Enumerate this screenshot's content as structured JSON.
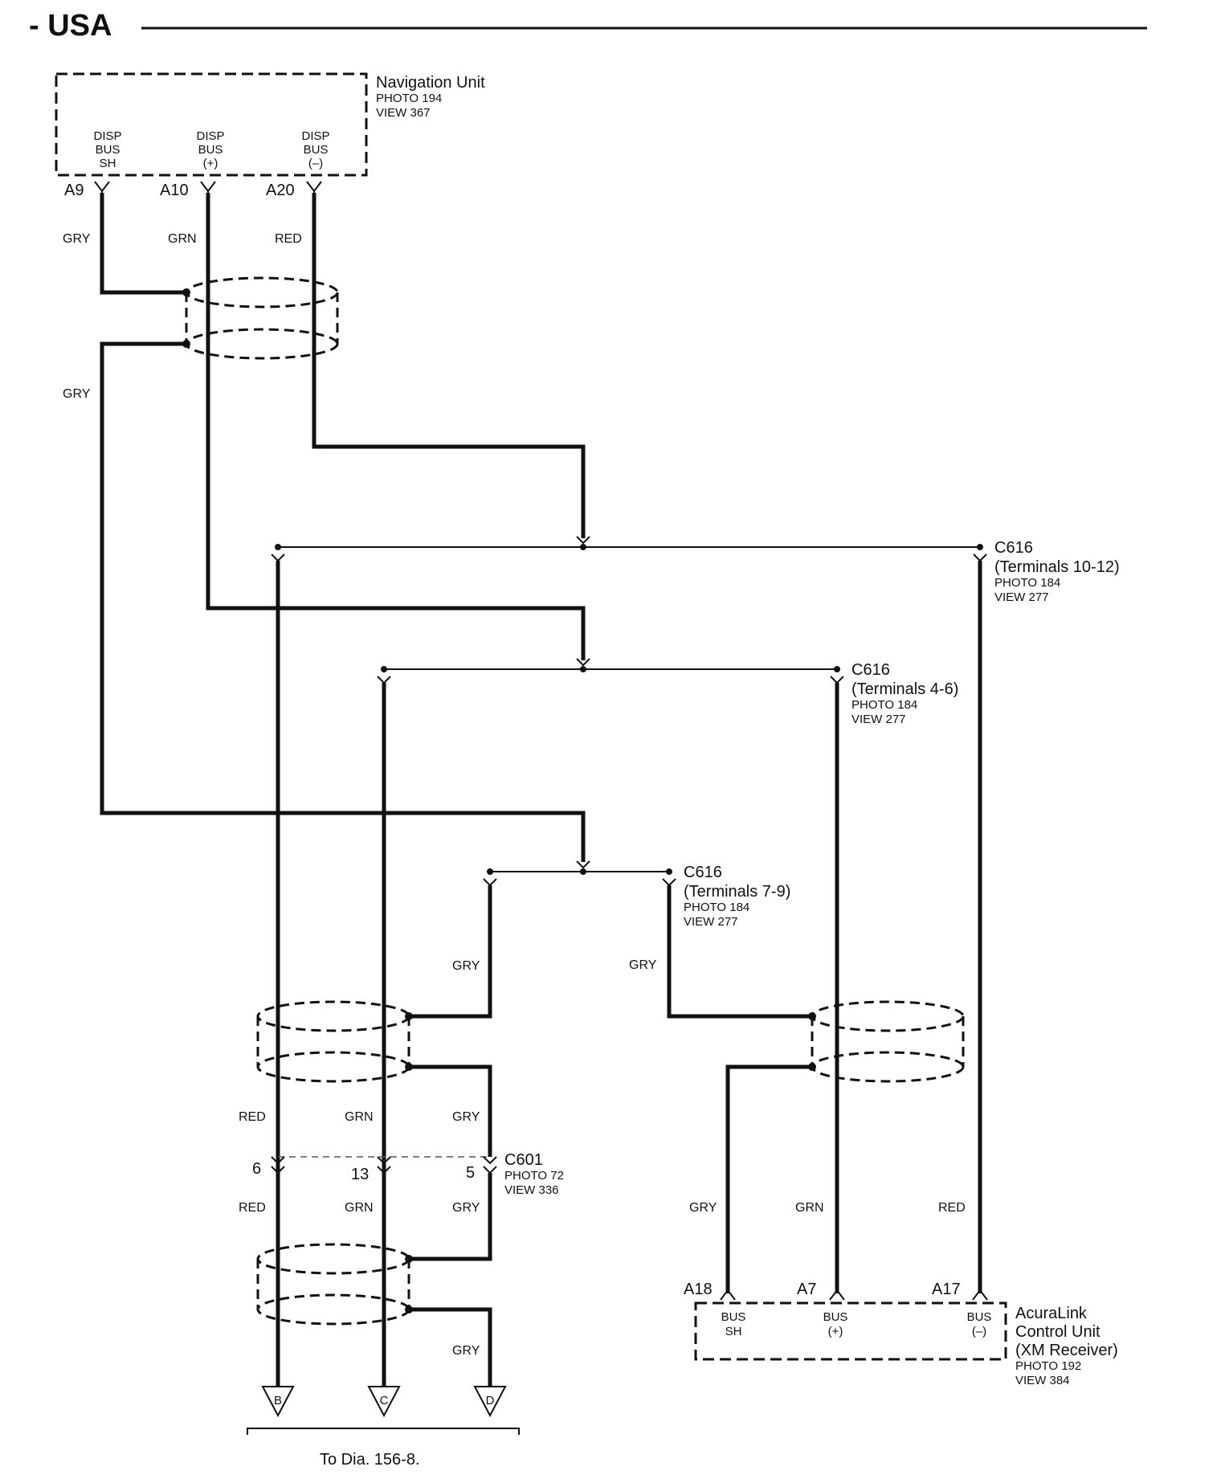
{
  "header": {
    "title": "- USA"
  },
  "navigation_unit": {
    "name": "Navigation Unit",
    "photo": "PHOTO 194",
    "view": "VIEW 367",
    "terminals": [
      {
        "pin": "A9",
        "name_line1": "DISP",
        "name_line2": "BUS",
        "name_line3": "SH",
        "wire": "GRY"
      },
      {
        "pin": "A10",
        "name_line1": "DISP",
        "name_line2": "BUS",
        "name_line3": "(+)",
        "wire": "GRN"
      },
      {
        "pin": "A20",
        "name_line1": "DISP",
        "name_line2": "BUS",
        "name_line3": "(–)",
        "wire": "RED"
      }
    ],
    "shield_wire": "GRY"
  },
  "connectors": {
    "c616_10_12": {
      "name": "C616",
      "terminals": "(Terminals 10-12)",
      "photo": "PHOTO 184",
      "view": "VIEW 277"
    },
    "c616_4_6": {
      "name": "C616",
      "terminals": "(Terminals 4-6)",
      "photo": "PHOTO 184",
      "view": "VIEW 277"
    },
    "c616_7_9": {
      "name": "C616",
      "terminals": "(Terminals 7-9)",
      "photo": "PHOTO 184",
      "view": "VIEW 277"
    },
    "c601": {
      "name": "C601",
      "photo": "PHOTO 72",
      "view": "VIEW 336",
      "pins": [
        "6",
        "13",
        "5"
      ]
    }
  },
  "wire_labels": {
    "gry_left_drop": "GRY",
    "gry_right_drop": "GRY",
    "above_c601": [
      "RED",
      "GRN",
      "GRY"
    ],
    "below_c601": [
      "RED",
      "GRN",
      "GRY"
    ],
    "gry_bottom": "GRY",
    "acura_wires": [
      "GRY",
      "GRN",
      "RED"
    ]
  },
  "acuralink": {
    "name_line1": "AcuraLink",
    "name_line2": "Control Unit",
    "name_line3": "(XM Receiver)",
    "photo": "PHOTO 192",
    "view": "VIEW 384",
    "terminals": [
      {
        "pin": "A18",
        "name_line1": "BUS",
        "name_line2": "SH"
      },
      {
        "pin": "A7",
        "name_line1": "BUS",
        "name_line2": "(+)"
      },
      {
        "pin": "A17",
        "name_line1": "BUS",
        "name_line2": "(–)"
      }
    ]
  },
  "outputs": {
    "arrows": [
      "B",
      "C",
      "D"
    ],
    "destination": "To Dia. 156-8."
  }
}
